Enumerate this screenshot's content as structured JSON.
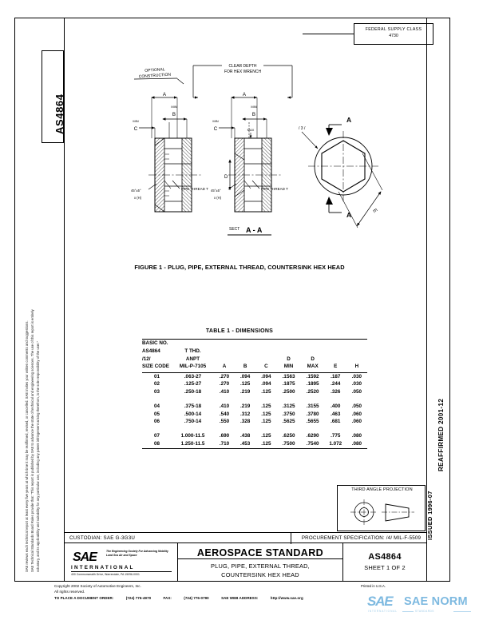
{
  "document": {
    "tab_label": "AS4864",
    "federal_supply_class_label": "FEDERAL SUPPLY CLASS",
    "federal_supply_class_value": "4730",
    "reaffirmed": "REAFFIRMED 2001-12",
    "issued": "ISSUED 1996-07",
    "disclaimer_line1": "SAE Technical Standards Board Rules provide that: \"This report is published by SAE to advance the state of technical and engineering sciences. The use of this report is entirely",
    "disclaimer_line2": "voluntary, and its applicability and suitability for any particular use, including any patent infringement arising therefrom, is the sole responsibility of the user.\"",
    "disclaimer_line3": "SAE reviews each technical report at least every five years at which time it may be reaffirmed, revised, or cancelled. SAE invites your written comments and suggestions."
  },
  "figure": {
    "caption": "FIGURE 1 - PLUG, PIPE, EXTERNAL THREAD, COUNTERSINK HEX HEAD",
    "labels": {
      "optional_construction": "OPTIONAL",
      "optional_construction_2": "CONSTRUCTION",
      "clear_depth": "CLEAR DEPTH",
      "clear_depth_2": "FOR HEX WRENCH",
      "pipe_thread_left": "PIPE THREAD T",
      "pipe_thread_right": "PIPE THREAD T",
      "chamfer_left": "45°±5°",
      "chamfer_left_2": "x (H)",
      "chamfer_right": "45°±5°",
      "chamfer_right_2": "x (H)",
      "section": "SECT A - A",
      "dim_a": "A",
      "dim_b": "B",
      "dim_c": "C",
      "dim_d": "D",
      "dim_e": "E",
      "min_b": "MIN",
      "min_c": "MIN",
      "max": "MAX",
      "arrow_a_top": "A",
      "arrow_a_bot": "A",
      "surface_note": "/ 3 /"
    }
  },
  "table": {
    "title": "TABLE 1 - DIMENSIONS",
    "header": {
      "l1_c1": "BASIC NO.",
      "l2_c1": "AS4864",
      "l3_c1": "/12/",
      "l4_c1": "SIZE CODE",
      "l2_c2": "T THD.",
      "l3_c2": "ANPT",
      "l4_c2": "MIL-P-7105",
      "l4_c3": "A",
      "l4_c4": "B",
      "l4_c5": "C",
      "l3_c6": "D",
      "l4_c6": "MIN",
      "l3_c7": "D",
      "l4_c7": "MAX",
      "l4_c8": "E",
      "l4_c9": "H"
    },
    "groups": [
      {
        "rows": [
          {
            "code": "01",
            "thd": ".063-27",
            "a": ".270",
            "b": ".094",
            "c": ".094",
            "dmin": ".1563",
            "dmax": ".1592",
            "e": ".187",
            "h": ".030"
          },
          {
            "code": "02",
            "thd": ".125-27",
            "a": ".270",
            "b": ".125",
            "c": ".094",
            "dmin": ".1875",
            "dmax": ".1895",
            "e": ".244",
            "h": ".030"
          },
          {
            "code": "03",
            "thd": ".250-18",
            "a": ".410",
            "b": ".219",
            "c": ".125",
            "dmin": ".2500",
            "dmax": ".2520",
            "e": ".326",
            "h": ".050"
          }
        ]
      },
      {
        "rows": [
          {
            "code": "04",
            "thd": ".375-18",
            "a": ".410",
            "b": ".219",
            "c": ".125",
            "dmin": ".3125",
            "dmax": ".3155",
            "e": ".400",
            "h": ".050"
          },
          {
            "code": "05",
            "thd": ".500-14",
            "a": ".540",
            "b": ".312",
            "c": ".125",
            "dmin": ".3750",
            "dmax": ".3780",
            "e": ".463",
            "h": ".060"
          },
          {
            "code": "06",
            "thd": ".750-14",
            "a": ".550",
            "b": ".328",
            "c": ".125",
            "dmin": ".5625",
            "dmax": ".5655",
            "e": ".681",
            "h": ".060"
          }
        ]
      },
      {
        "rows": [
          {
            "code": "07",
            "thd": "1.000-11.5",
            "a": ".690",
            "b": ".438",
            "c": ".125",
            "dmin": ".6250",
            "dmax": ".6290",
            "e": ".775",
            "h": ".080"
          },
          {
            "code": "08",
            "thd": "1.250-11.5",
            "a": ".710",
            "b": ".453",
            "c": ".125",
            "dmin": ".7500",
            "dmax": ".7540",
            "e": "1.072",
            "h": ".080"
          }
        ]
      }
    ]
  },
  "third_angle": {
    "label": "THIRD ANGLE PROJECTION"
  },
  "title_block": {
    "custodian": "CUSTODIAN: SAE G-3G3U",
    "procurement": "PROCUREMENT SPECIFICATION: /4/ MIL-F-5509",
    "aerospace_standard": "AEROSPACE STANDARD",
    "title_line1": "PLUG, PIPE, EXTERNAL THREAD,",
    "title_line2": "COUNTERSINK HEX HEAD",
    "doc_number": "AS4864",
    "sheet": "SHEET 1 OF 2",
    "logo_text": "SAE",
    "logo_tagline": "The Engineering Society For Advancing Mobility Land Sea Air and Space",
    "logo_international": "INTERNATIONAL",
    "logo_address": "400 Commonwealth Drive, Warrendale, PA  15096-0001"
  },
  "footer": {
    "copyright": "Copyright 2002 Society of Automotive Engineers, Inc.",
    "rights": "All rights reserved.",
    "order_label": "TO PLACE A DOCUMENT ORDER:",
    "order_phone": "(724) 776-4970",
    "fax_label": "FAX:",
    "fax_number": "(724) 776-0790",
    "web_label": "SAE WEB ADDRESS:",
    "web_url": "http://www.sae.org",
    "printed": "Printed in U.S.A."
  },
  "watermark": {
    "logo": "SAE",
    "name": "SAE NORM",
    "sub_left": "INTERNATIONAL",
    "sub_right": "STANDARDS",
    "color": "#7db9e0"
  }
}
